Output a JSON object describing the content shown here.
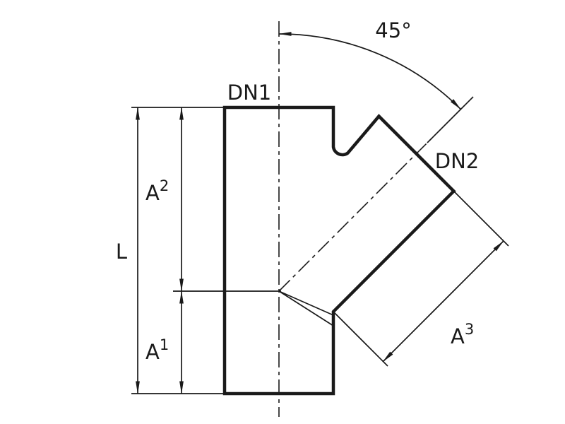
{
  "diagram": {
    "kind": "technical-drawing",
    "description": "45-degree wye branch pipe fitting, side view with dimensions",
    "labels": {
      "angle": "45°",
      "nominal_top": "DN1",
      "nominal_branch": "DN2",
      "overall_length": "L",
      "a1": {
        "base": "A",
        "sup": "1"
      },
      "a2": {
        "base": "A",
        "sup": "2"
      },
      "a3": {
        "base": "A",
        "sup": "3"
      }
    },
    "colors": {
      "line": "#1a1a1a",
      "background": "#ffffff"
    }
  }
}
